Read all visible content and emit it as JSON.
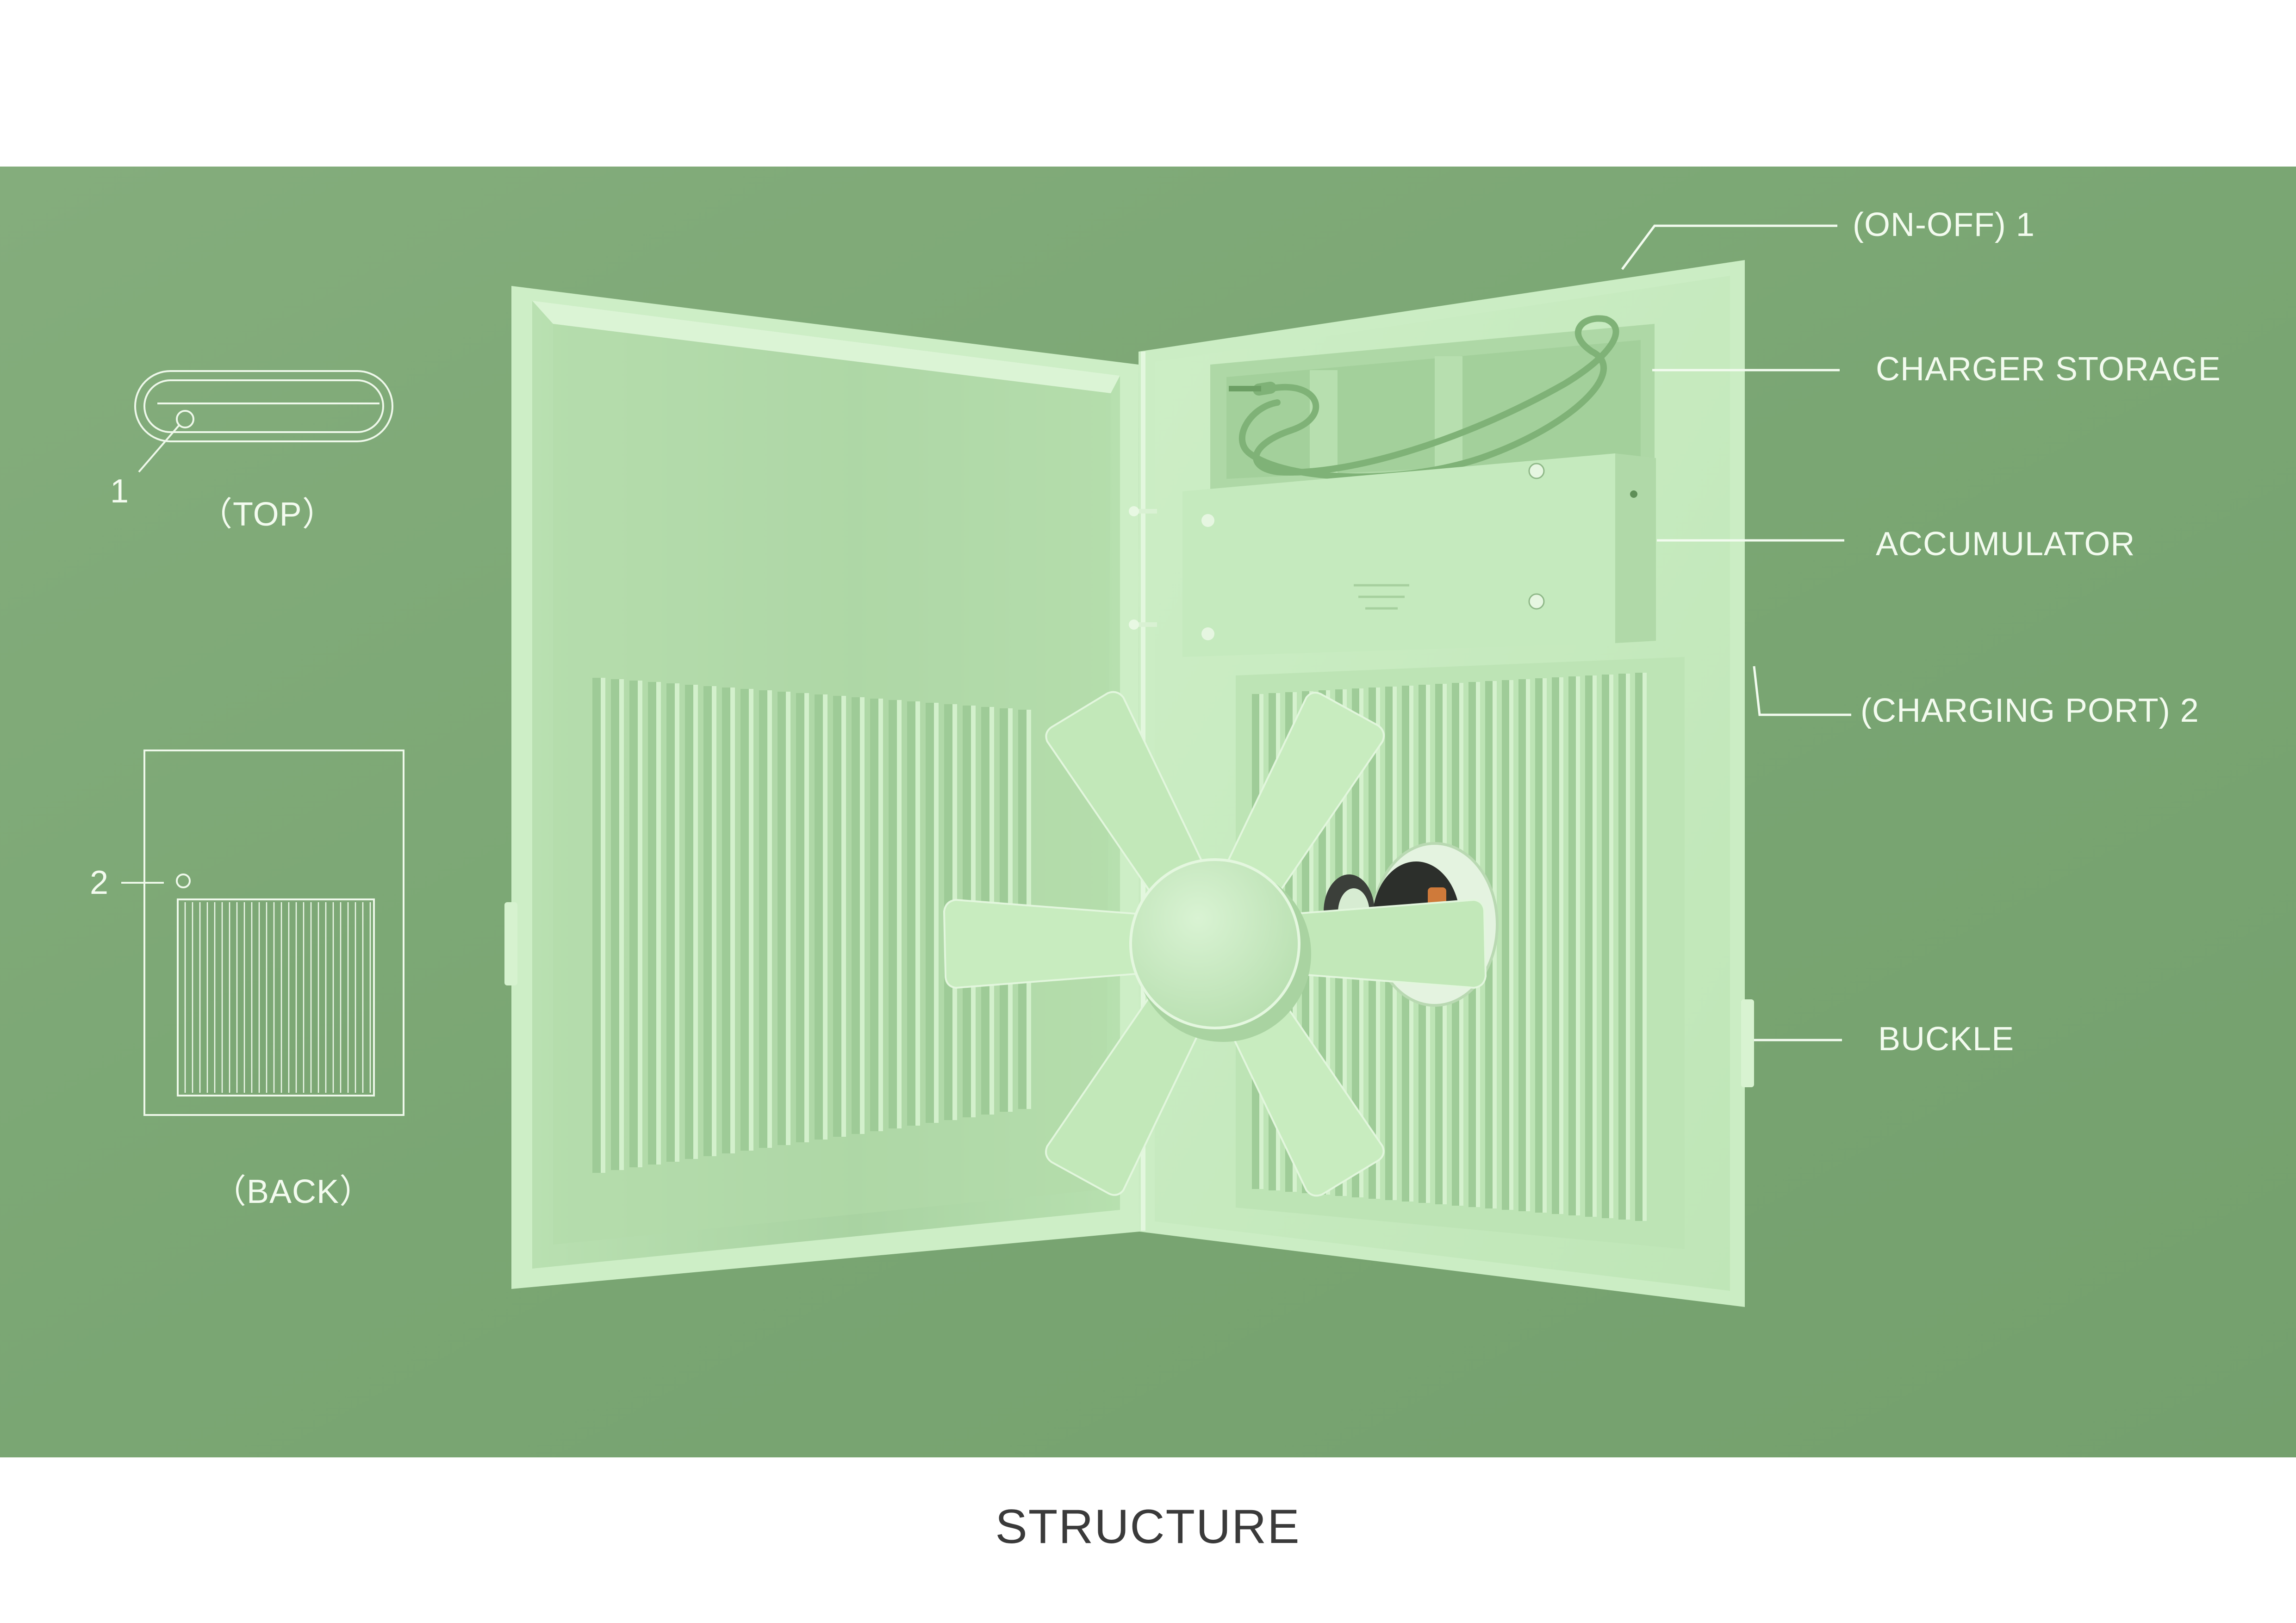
{
  "caption": "STRUCTURE",
  "callouts": {
    "on_off": "(ON-OFF)  1",
    "charger_storage": "CHARGER STORAGE",
    "accumulator": "ACCUMULATOR",
    "charging_port": "(CHARGING PORT)  2",
    "buckle": "BUCKLE"
  },
  "views": {
    "top_label": "（TOP）",
    "top_marker": "1",
    "back_label": "（BACK）",
    "back_marker": "2"
  },
  "colors": {
    "background": "#7ba674",
    "product": "#c9efc2",
    "annotation": "#f2fbef",
    "caption_text": "#3a3a3a"
  }
}
